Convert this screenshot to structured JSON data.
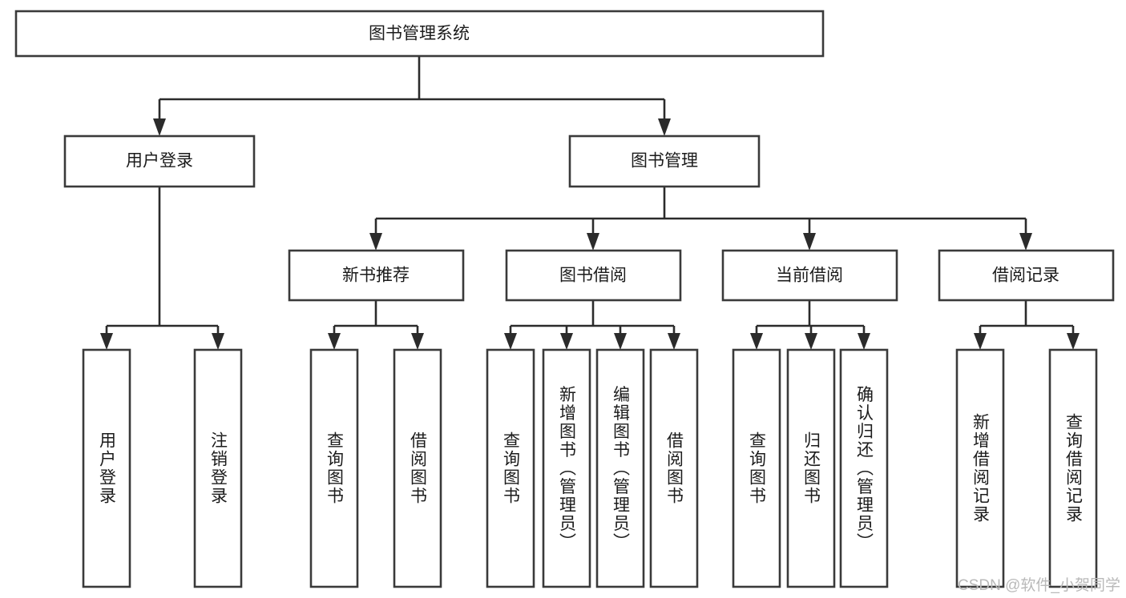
{
  "diagram": {
    "title": "图书管理系统",
    "type": "hierarchy-tree",
    "watermark": "CSDN @软件_小贺同学",
    "colors": {
      "box_stroke": "#3a3a3a",
      "edge": "#2b2b2b",
      "text": "#1b1b1b",
      "background": "#ffffff",
      "watermark": "#b9b9b9"
    },
    "levels": {
      "root": {
        "label": "图书管理系统"
      },
      "level2": [
        {
          "label": "用户登录"
        },
        {
          "label": "图书管理"
        }
      ],
      "level3": [
        {
          "label": "新书推荐"
        },
        {
          "label": "图书借阅"
        },
        {
          "label": "当前借阅"
        },
        {
          "label": "借阅记录"
        }
      ],
      "leaves": {
        "user_login": [
          {
            "label": "用户登录"
          },
          {
            "label": "注销登录"
          }
        ],
        "new_book_recommend": [
          {
            "label": "查询图书"
          },
          {
            "label": "借阅图书"
          }
        ],
        "book_borrow": [
          {
            "label": "查询图书"
          },
          {
            "label": "新增图书（管理员）"
          },
          {
            "label": "编辑图书（管理员）"
          },
          {
            "label": "借阅图书"
          }
        ],
        "current_borrow": [
          {
            "label": "查询图书"
          },
          {
            "label": "归还图书"
          },
          {
            "label": "确认归还（管理员）"
          }
        ],
        "borrow_record": [
          {
            "label": "新增借阅记录"
          },
          {
            "label": "查询借阅记录"
          }
        ]
      }
    }
  }
}
